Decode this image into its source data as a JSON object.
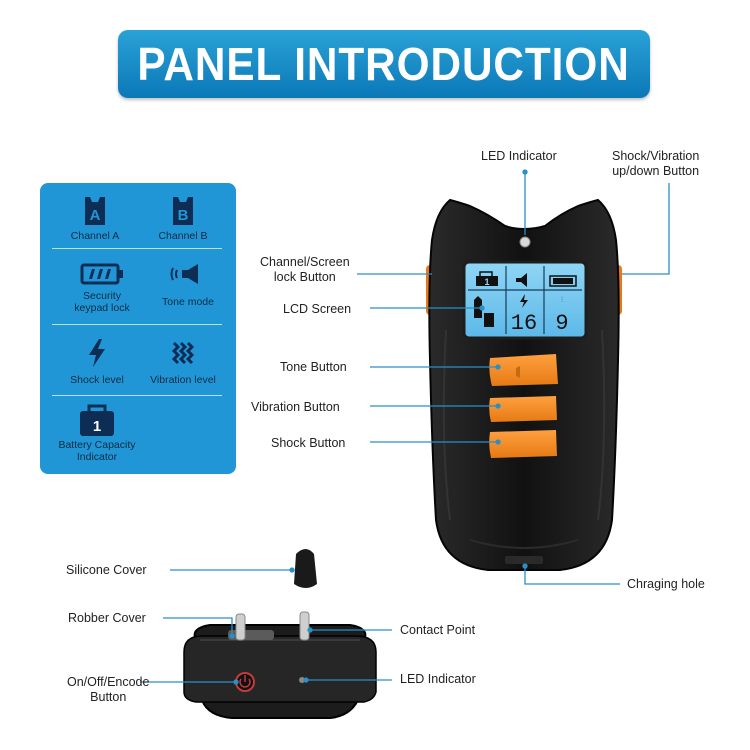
{
  "title": "PANEL INTRODUCTION",
  "legend": {
    "channel_a_letter": "A",
    "channel_a": "Channel A",
    "channel_b_letter": "B",
    "channel_b": "Channel B",
    "security_keypad_lock_1": "Security",
    "security_keypad_lock_2": "keypad lock",
    "tone_mode": "Tone mode",
    "shock_level": "Shock level",
    "vibration_level": "Vibration level",
    "battery_digit": "1",
    "battery_capacity_1": "Battery Capacity",
    "battery_capacity_2": "Indicator"
  },
  "remote_labels": {
    "led_indicator": "LED Indicator",
    "shock_vibration_1": "Shock/Vibration",
    "shock_vibration_2": "up/down Button",
    "channel_screen_1": "Channel/Screen",
    "channel_screen_2": "lock Button",
    "lcd_screen": "LCD Screen",
    "tone_button": "Tone Button",
    "vibration_button": "Vibration Button",
    "shock_button": "Shock Button",
    "charging_hole": "Chraging hole"
  },
  "lcd": {
    "channel": "1",
    "left_value": "16",
    "right_value": "9"
  },
  "collar_labels": {
    "silicone_cover": "Silicone Cover",
    "robber_cover": "Robber Cover",
    "contact_point": "Contact Point",
    "onoff_1": "On/Off/Encode",
    "onoff_2": "Button",
    "led_indicator": "LED Indicator"
  },
  "colors": {
    "banner": "#1a8fcb",
    "legend_bg": "#2196d6",
    "remote_body": "#141414",
    "button_orange": "#f08a24",
    "lcd_blue": "#6ec6f0",
    "callout_line": "#2a8fc8"
  },
  "icons": [
    "channel-a-icon",
    "channel-b-icon",
    "battery-lock-icon",
    "speaker-icon",
    "lightning-icon",
    "vibration-icon",
    "battery-capacity-icon",
    "power-icon"
  ]
}
